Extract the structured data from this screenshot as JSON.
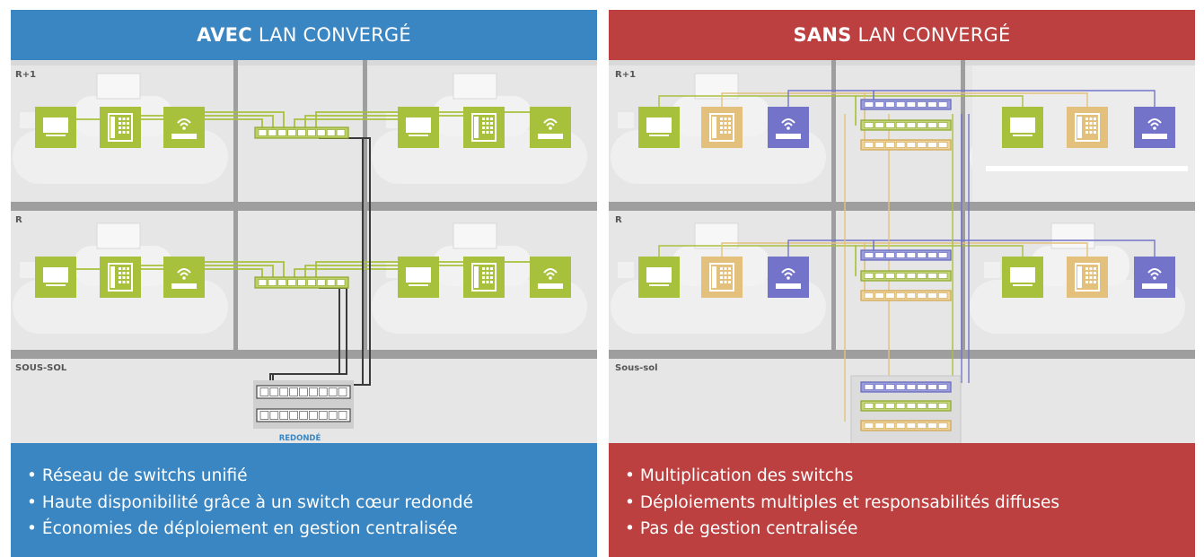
{
  "left": {
    "title_strong": "AVEC",
    "title_rest": "LAN CONVERGÉ",
    "floors": [
      "R+1",
      "R",
      "SOUS-SOL"
    ],
    "core_label": "REDONDÉ",
    "bullets": [
      "Réseau de switchs unifié",
      "Haute disponibilité grâce à un switch cœur redondé",
      "Économies de déploiement en gestion centralisée"
    ]
  },
  "right": {
    "title_strong": "SANS",
    "title_rest": "LAN CONVERGÉ",
    "floors": [
      "R+1",
      "R",
      "Sous-sol"
    ],
    "bullets": [
      "Multiplication des switchs",
      "Déploiements multiples et responsabilités diffuses",
      "Pas de gestion centralisée"
    ]
  },
  "colors": {
    "blue": "#3a86c2",
    "red": "#bc4040",
    "lime": "#a8c13d",
    "tan": "#e3c17d",
    "violet": "#7374c9",
    "cable_dark": "#3a3a3a",
    "scene_bg": "#e6e6e6",
    "wall": "#9e9e9e"
  },
  "icons": {
    "device_screen": "monitor-icon",
    "device_phone": "desk-phone-icon",
    "device_wifi": "wifi-access-point-icon",
    "switch": "network-switch-icon"
  }
}
